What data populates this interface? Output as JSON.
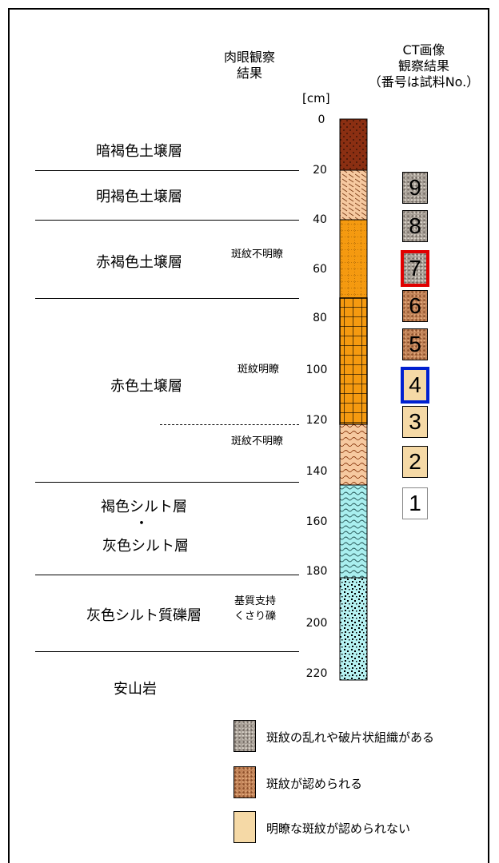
{
  "header": {
    "visual_l1": "肉眼観察",
    "visual_l2": "結果",
    "ct_l1": "CT画像",
    "ct_l2": "観察結果",
    "ct_l3": "（番号は試料No.）",
    "unit": "[cm]"
  },
  "depth_ticks": [
    "0",
    "20",
    "40",
    "60",
    "80",
    "100",
    "120",
    "140",
    "160",
    "180",
    "200",
    "220"
  ],
  "layers": [
    {
      "name": "暗褐色土壌層"
    },
    {
      "name": "明褐色土壌層"
    },
    {
      "name": "赤褐色土壌層"
    },
    {
      "name": "赤色土壌層"
    },
    {
      "name_l1": "褐色シルト層",
      "name_l2": "・",
      "name_l3": "灰色シルト層"
    },
    {
      "name": "灰色シルト質礫層"
    },
    {
      "name": "安山岩"
    }
  ],
  "notes": {
    "n1": "斑紋不明瞭",
    "n2": "斑紋明瞭",
    "n3": "斑紋不明瞭",
    "n4_l1": "基質支持",
    "n4_l2": "くさり礫"
  },
  "samples": [
    {
      "no": "9",
      "type": "disturbed"
    },
    {
      "no": "8",
      "type": "disturbed"
    },
    {
      "no": "7",
      "type": "disturbed",
      "highlight": "#e00000"
    },
    {
      "no": "6",
      "type": "mottled"
    },
    {
      "no": "5",
      "type": "mottled"
    },
    {
      "no": "4",
      "type": "clear",
      "highlight": "#0020d0"
    },
    {
      "no": "3",
      "type": "clear"
    },
    {
      "no": "2",
      "type": "clear"
    },
    {
      "no": "1",
      "type": "none"
    }
  ],
  "legend": [
    {
      "label": "斑紋の乱れや破片状組織がある",
      "icon": "gray-grain-swatch"
    },
    {
      "label": "斑紋が認められる",
      "icon": "brown-grain-swatch"
    },
    {
      "label": "明瞭な斑紋が認められない",
      "icon": "beige-swatch"
    }
  ],
  "colors": {
    "dark_brown": "#8b2f12",
    "light_brown": "#f6c9a0",
    "orange": "#f59a10",
    "silt_cyan": "#a9efef",
    "gravel": "#b6f2f2",
    "disturbed": "#a59d94",
    "mottled": "#c08156",
    "clear": "#f5d9a6"
  }
}
